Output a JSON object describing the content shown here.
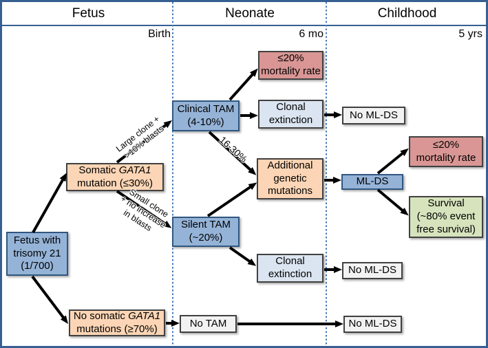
{
  "timeline": {
    "stages": [
      {
        "label": "Fetus"
      },
      {
        "label": "Neonate"
      },
      {
        "label": "Childhood"
      }
    ],
    "timepoints": [
      {
        "label": "Birth"
      },
      {
        "label": "6 mo"
      },
      {
        "label": "5 yrs"
      }
    ]
  },
  "boxes": {
    "fetus": {
      "text": "Fetus with\ntrisomy 21\n(1/700)",
      "color": "#95B3D7"
    },
    "somatic_gata1": {
      "lines": [
        [
          {
            "t": "Somatic "
          },
          {
            "t": "GATA1",
            "i": true
          }
        ],
        [
          {
            "t": "mutation (≤30%)"
          }
        ]
      ],
      "color": "#FBD5B5"
    },
    "no_somatic_gata1": {
      "lines": [
        [
          {
            "t": "No somatic "
          },
          {
            "t": "GATA1",
            "i": true
          }
        ],
        [
          {
            "t": "mutations (≥70%)"
          }
        ]
      ],
      "color": "#FBD5B5"
    },
    "clinical_tam": {
      "text": "Clinical TAM\n(4-10%)",
      "color": "#95B3D7"
    },
    "silent_tam": {
      "text": "Silent TAM\n(~20%)",
      "color": "#95B3D7"
    },
    "no_tam": {
      "text": "No TAM",
      "color": "#F2F2F2"
    },
    "mortality_tam": {
      "text": "≤20%\nmortality rate",
      "color": "#D99694"
    },
    "clonal_extinction_1": {
      "text": "Clonal\nextinction",
      "color": "#DBE5F1"
    },
    "no_mlds_1": {
      "text": "No ML-DS",
      "color": "#F2F2F2"
    },
    "additional_mutations": {
      "text": "Additional\ngenetic\nmutations",
      "color": "#FBD5B5"
    },
    "mlds": {
      "text": "ML-DS",
      "color": "#95B3D7"
    },
    "mortality_mlds": {
      "text": "≤20%\nmortality rate",
      "color": "#D99694"
    },
    "survival": {
      "text": "Survival\n(~80% event\nfree survival)",
      "color": "#D6E3BC"
    },
    "clonal_extinction_2": {
      "text": "Clonal\nextinction",
      "color": "#DBE5F1"
    },
    "no_mlds_2": {
      "text": "No ML-DS",
      "color": "#F2F2F2"
    },
    "no_mlds_3": {
      "text": "No ML-DS",
      "color": "#F2F2F2"
    }
  },
  "edge_labels": {
    "large_clone": "Large clone +\n>10% blasts",
    "small_clone": "Small clone\n+ no increase\nin blasts",
    "progression_pct": "16-30%"
  },
  "colors": {
    "frame": "#365F91",
    "dotted_line": "#4377B7",
    "box_blue": "#95B3D7",
    "box_orange": "#FBD5B5",
    "box_red": "#D99694",
    "box_light_blue": "#DBE5F1",
    "box_green": "#D6E3BC",
    "box_gray": "#F2F2F2",
    "arrow": "#000000"
  }
}
